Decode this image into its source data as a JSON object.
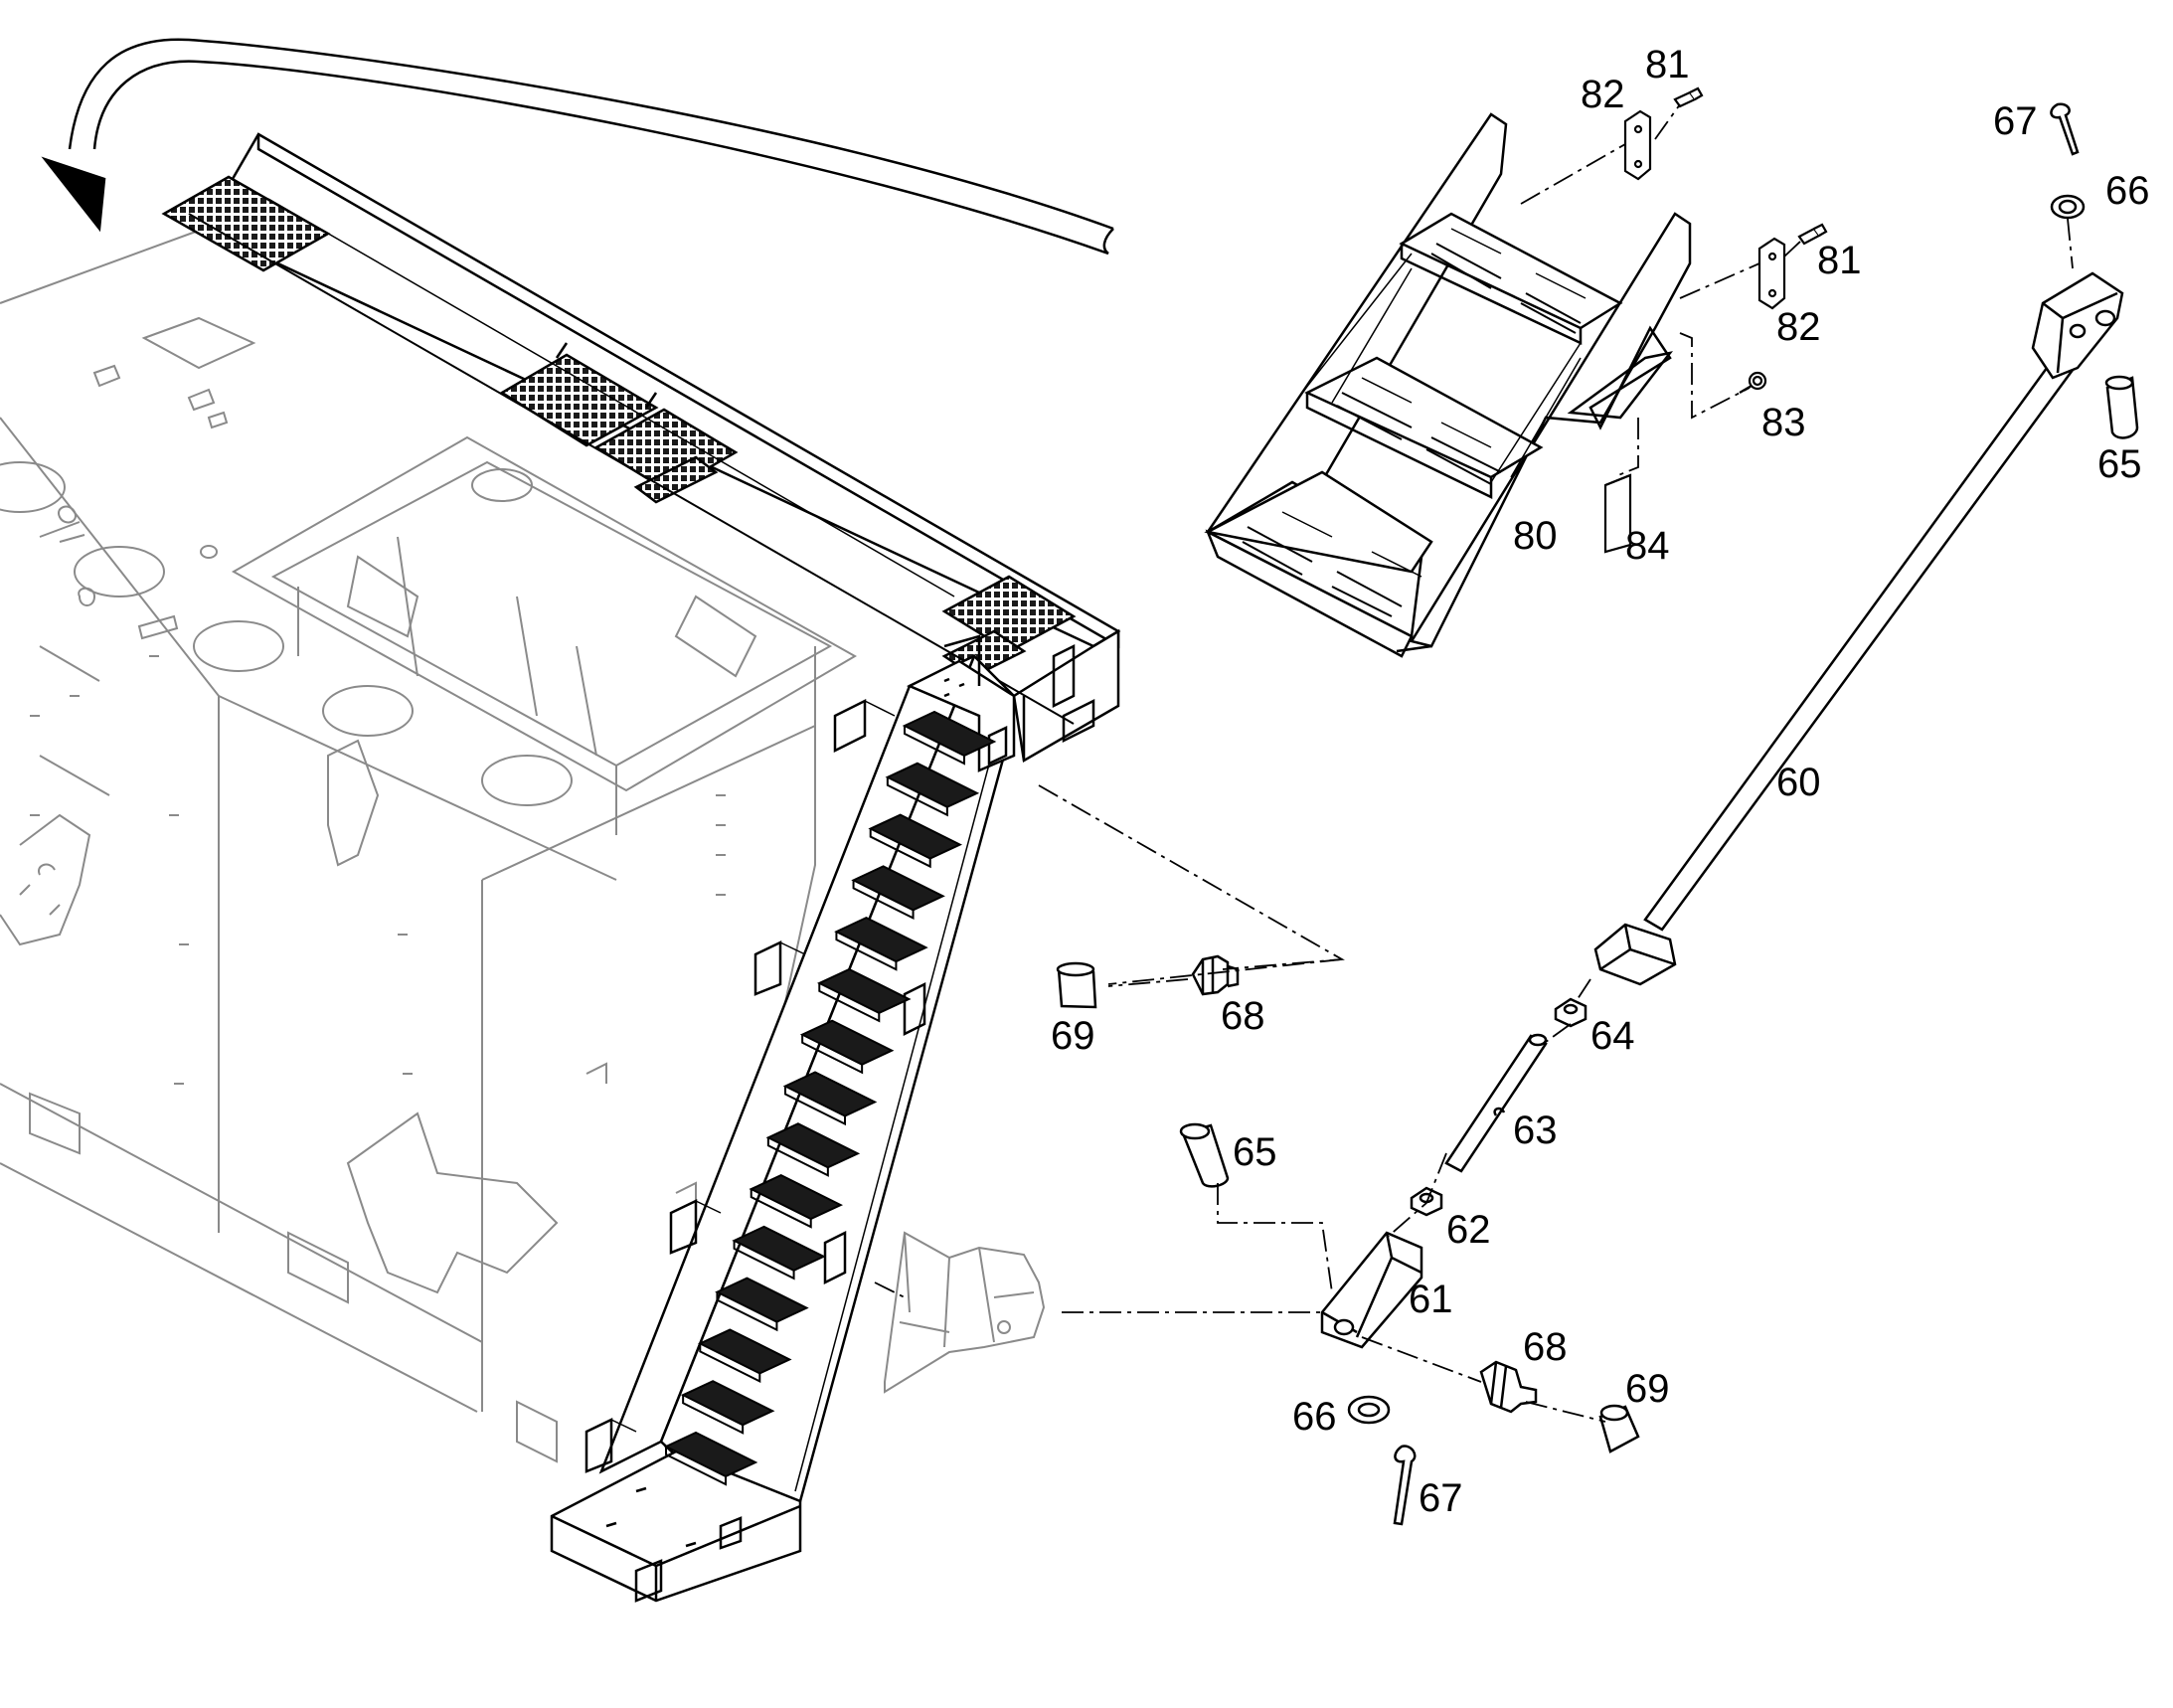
{
  "diagram": {
    "callouts": [
      {
        "id": "c81a",
        "label": "81"
      },
      {
        "id": "c82a",
        "label": "82"
      },
      {
        "id": "c81b",
        "label": "81"
      },
      {
        "id": "c82b",
        "label": "82"
      },
      {
        "id": "c83",
        "label": "83"
      },
      {
        "id": "c80",
        "label": "80"
      },
      {
        "id": "c84",
        "label": "84"
      },
      {
        "id": "c67a",
        "label": "67"
      },
      {
        "id": "c66a",
        "label": "66"
      },
      {
        "id": "c65a",
        "label": "65"
      },
      {
        "id": "c60",
        "label": "60"
      },
      {
        "id": "c64",
        "label": "64"
      },
      {
        "id": "c63",
        "label": "63"
      },
      {
        "id": "c62",
        "label": "62"
      },
      {
        "id": "c61",
        "label": "61"
      },
      {
        "id": "c65b",
        "label": "65"
      },
      {
        "id": "c68a",
        "label": "68"
      },
      {
        "id": "c69a",
        "label": "69"
      },
      {
        "id": "c68b",
        "label": "68"
      },
      {
        "id": "c69b",
        "label": "69"
      },
      {
        "id": "c66b",
        "label": "66"
      },
      {
        "id": "c67b",
        "label": "67"
      }
    ],
    "colors": {
      "line": "#000000",
      "ghost": "#8a8a8a",
      "grating": "#1a1a1a",
      "background": "#ffffff"
    }
  }
}
